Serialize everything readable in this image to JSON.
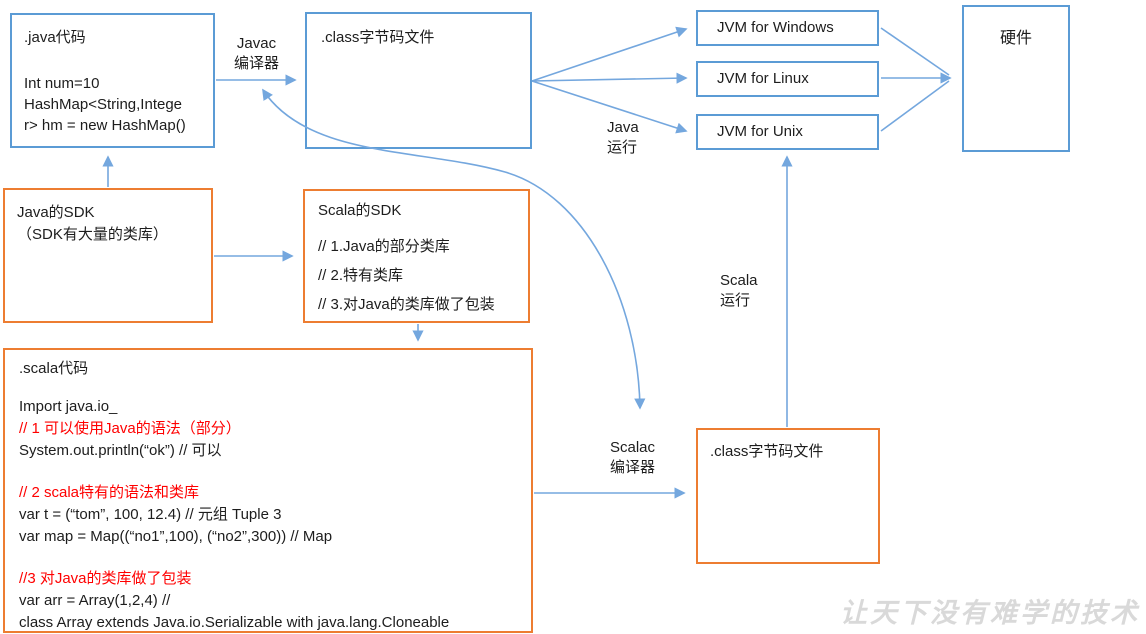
{
  "palette": {
    "box_blue": "#5B9BD5",
    "box_orange": "#ED7D31",
    "arrow_blue": "#74A7DE",
    "comment_red": "#FF0000",
    "watermark_gray": "#D9D9D9"
  },
  "boxes": {
    "java_code": {
      "title": ".java代码",
      "lines": [
        "Int num=10",
        "HashMap<String,Intege",
        "r> hm = new HashMap()"
      ]
    },
    "class_file_java": {
      "title": ".class字节码文件"
    },
    "jvm": [
      "JVM for Windows",
      "JVM for Linux",
      "JVM for Unix"
    ],
    "hardware": {
      "title": "硬件"
    },
    "java_sdk": {
      "lines": [
        "Java的SDK",
        "（SDK有大量的类库）"
      ]
    },
    "scala_sdk": {
      "title": "Scala的SDK",
      "lines": [
        "// 1.Java的部分类库",
        "// 2.特有类库",
        "// 3.对Java的类库做了包装"
      ]
    },
    "scala_code": {
      "title": ".scala代码",
      "lines": [
        {
          "text": "Import java.io_",
          "style": "black"
        },
        {
          "text": "// 1 可以使用Java的语法（部分）",
          "style": "red"
        },
        {
          "text": "System.out.println(“ok”)  // 可以",
          "style": "black"
        },
        {
          "text": "// 2 scala特有的语法和类库",
          "style": "red"
        },
        {
          "text": "var t = (“tom”, 100, 12.4) // 元组 Tuple 3",
          "style": "black"
        },
        {
          "text": "var map = Map((“no1”,100), (“no2”,300))  // Map",
          "style": "black"
        },
        {
          "text": "//3 对Java的类库做了包装",
          "style": "red"
        },
        {
          "text": "var arr = Array(1,2,4) //",
          "style": "black"
        },
        {
          "text": "class Array extends Java.io.Serializable with java.lang.Cloneable",
          "style": "black"
        }
      ]
    },
    "class_file_scala": {
      "title": ".class字节码文件"
    }
  },
  "labels": {
    "javac": {
      "line1": "Javac",
      "line2": "编译器"
    },
    "java_run": {
      "line1": "Java",
      "line2": "运行"
    },
    "scalac": {
      "line1": "Scalac",
      "line2": "编译器"
    },
    "scala_run": {
      "line1": "Scala",
      "line2": "运行"
    },
    "watermark": "让天下没有难学的技术"
  }
}
